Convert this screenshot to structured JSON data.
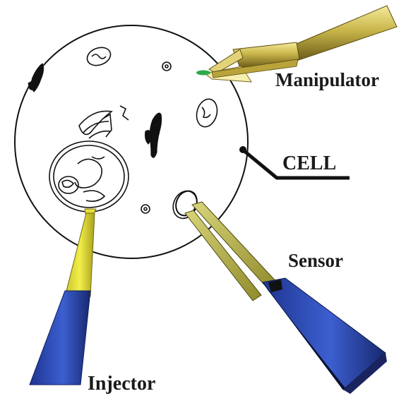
{
  "labels": {
    "manipulator": "Manipulator",
    "cell": "CELL",
    "sensor": "Sensor",
    "injector": "Injector"
  },
  "colors": {
    "gold": "#c9b64a",
    "yellow": "#e6e03a",
    "blue": "#2f4fb8",
    "outline": "#111111",
    "tip_green": "#2fa84a"
  }
}
